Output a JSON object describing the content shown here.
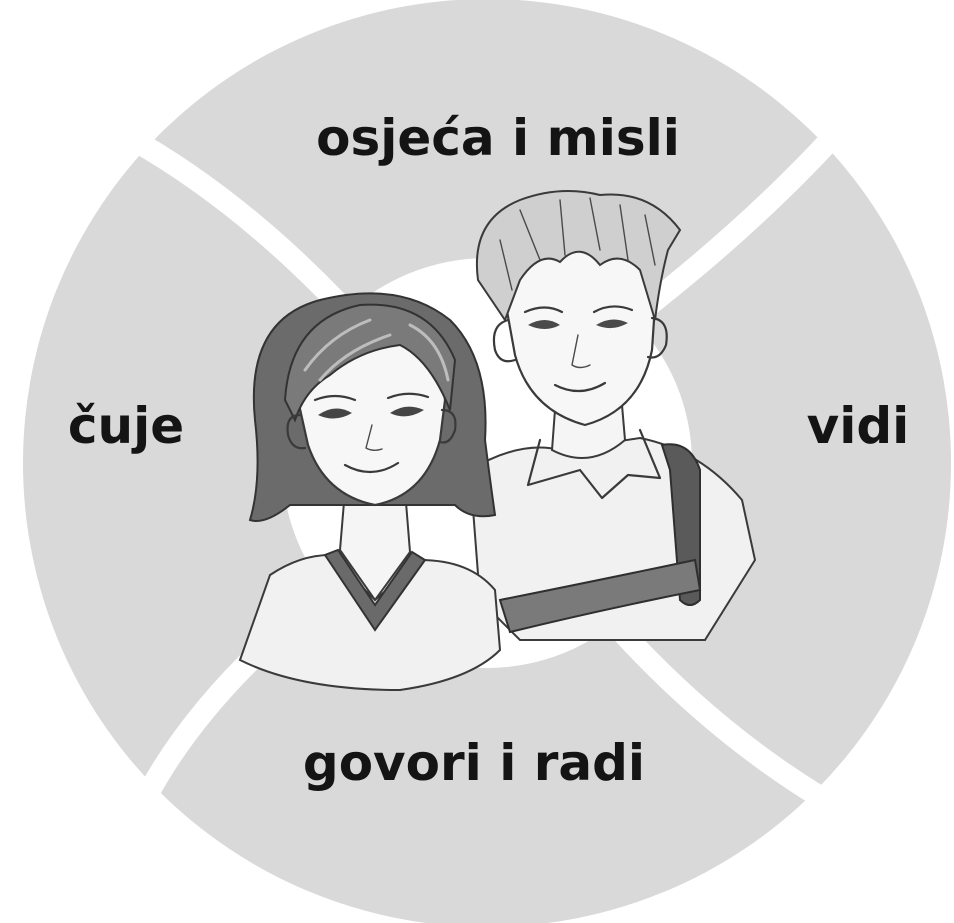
{
  "segments": {
    "top": "osjeća i misli",
    "right": "vidi",
    "bottom": "govori i radi",
    "left": "čuje"
  },
  "colors": {
    "segment_fill": "#d9d9d9",
    "divider": "#ffffff",
    "text": "#141414",
    "hair_girl": "#6b6b6b",
    "hair_boy": "#c9c9c9",
    "sketch_line": "#3a3a3a"
  }
}
